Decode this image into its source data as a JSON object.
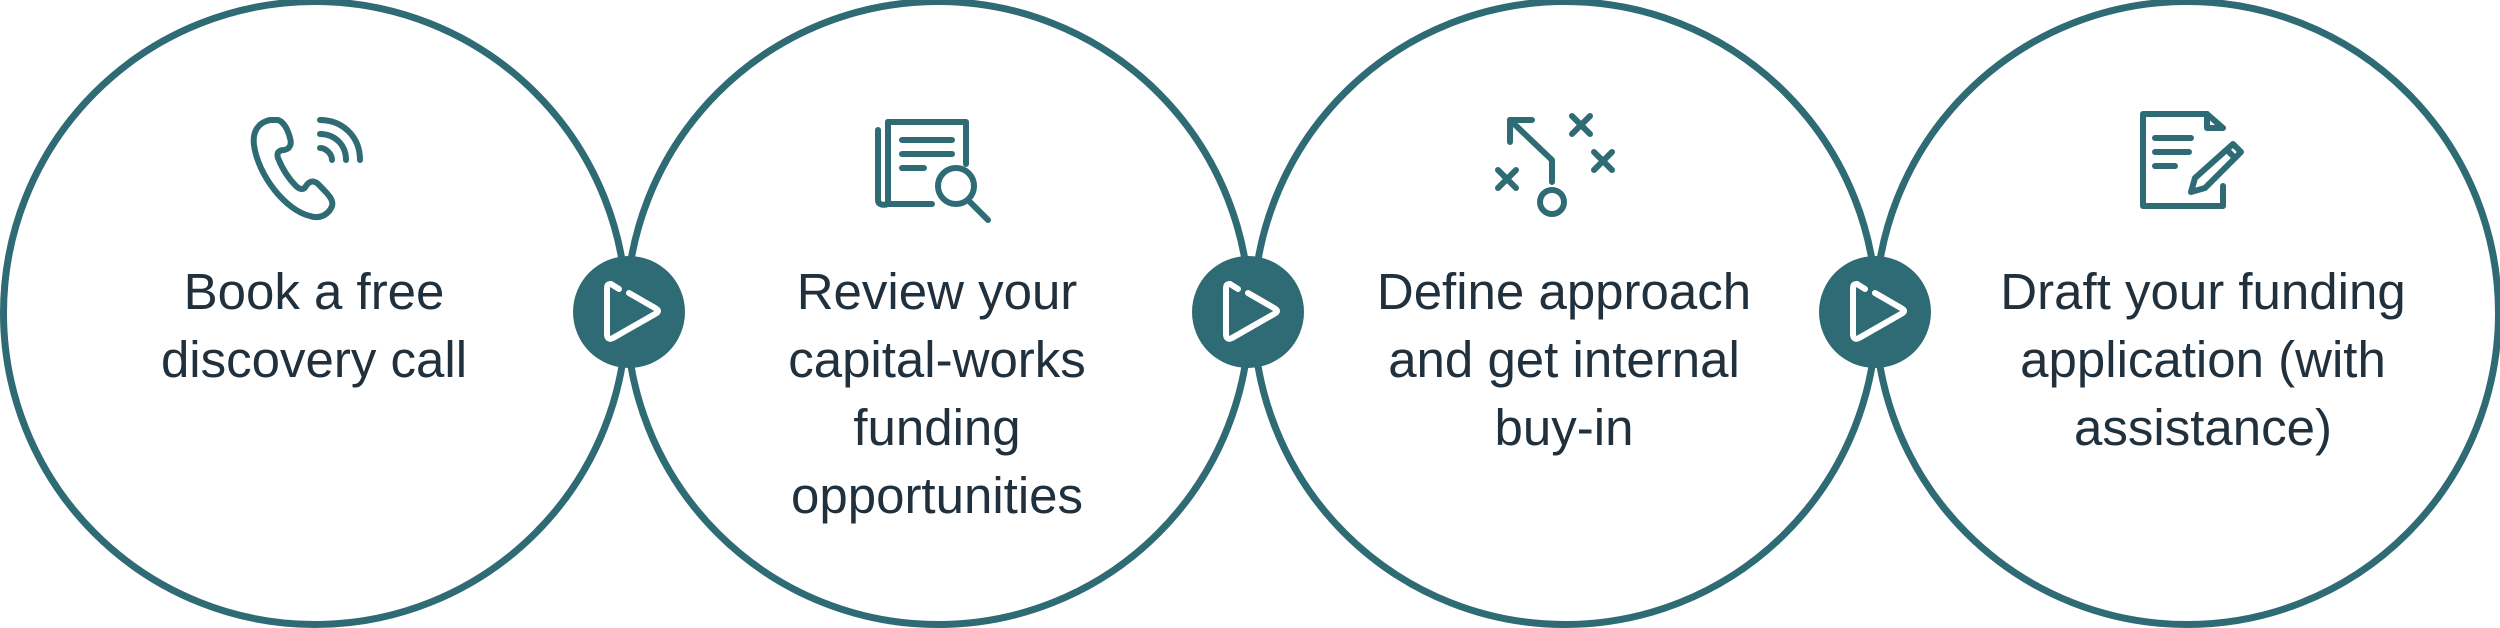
{
  "colors": {
    "accent": "#2e6b74",
    "text": "#20303d",
    "background": "#ffffff"
  },
  "steps": [
    {
      "text": "Book a free discovery call",
      "icon": "phone-call-icon"
    },
    {
      "text": "Review your capital-works funding opportunities",
      "icon": "document-search-icon"
    },
    {
      "text": "Define approach and get internal buy-in",
      "icon": "strategy-play-icon"
    },
    {
      "text": "Draft your funding application (with assistance)",
      "icon": "document-edit-icon"
    }
  ],
  "connectors": [
    {
      "icon": "play-arrow-icon"
    },
    {
      "icon": "play-arrow-icon"
    },
    {
      "icon": "play-arrow-icon"
    }
  ]
}
